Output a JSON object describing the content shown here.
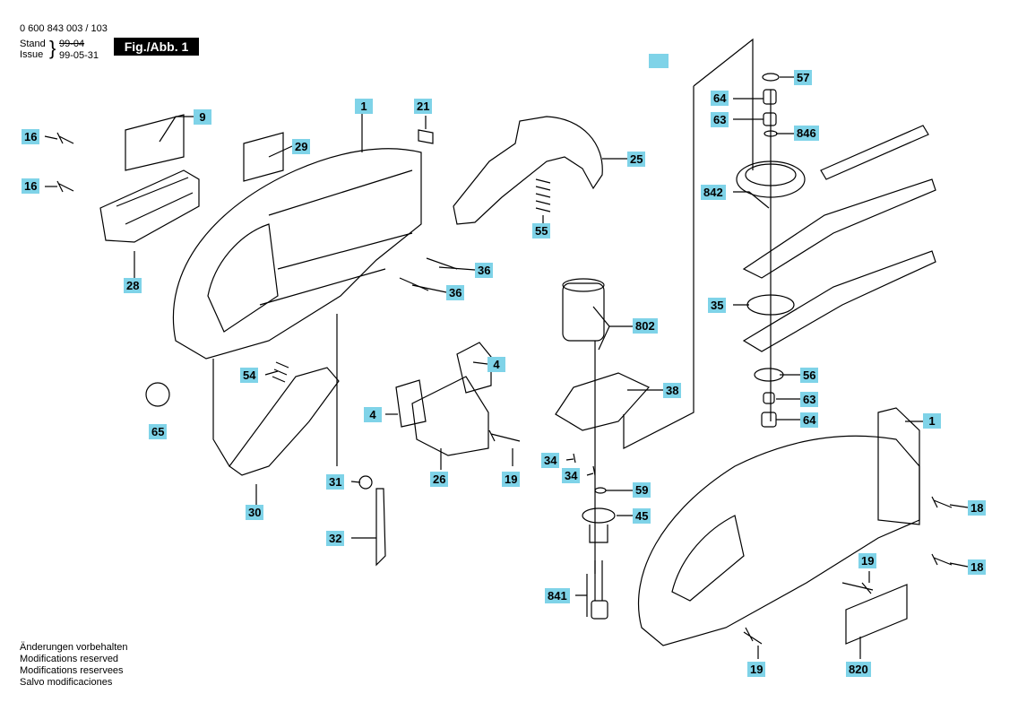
{
  "header": {
    "doc_number": "0 600 843 003 / 103",
    "stand_label": "Stand",
    "stand_value": "99-04",
    "issue_label": "Issue",
    "issue_value": "99-05-31",
    "figure_title": "Fig./Abb. 1"
  },
  "footer_notes": [
    "Änderungen vorbehalten",
    "Modifications reserved",
    "Modifications reservees",
    "Salvo modificaciones"
  ],
  "colors": {
    "tag_fill": "#7fd3e8",
    "line": "#000000",
    "accent_square": "#7fd3e8"
  },
  "part_labels": {
    "p57": "57",
    "p64a": "64",
    "p63a": "63",
    "p846": "846",
    "p842": "842",
    "p9": "9",
    "p1a": "1",
    "p21": "21",
    "p25": "25",
    "p16a": "16",
    "p29": "29",
    "p16b": "16",
    "p55": "55",
    "p28": "28",
    "p36a": "36",
    "p36b": "36",
    "p35": "35",
    "p802": "802",
    "p56": "56",
    "p4a": "4",
    "p54": "54",
    "p38": "38",
    "p63b": "63",
    "p64b": "64",
    "p1b": "1",
    "p4b": "4",
    "p65": "65",
    "p34a": "34",
    "p34b": "34",
    "p19a": "19",
    "p26": "26",
    "p59": "59",
    "p18a": "18",
    "p31": "31",
    "p30": "30",
    "p45": "45",
    "p32": "32",
    "p19b": "19",
    "p18b": "18",
    "p841": "841",
    "p19c": "19",
    "p820": "820"
  }
}
